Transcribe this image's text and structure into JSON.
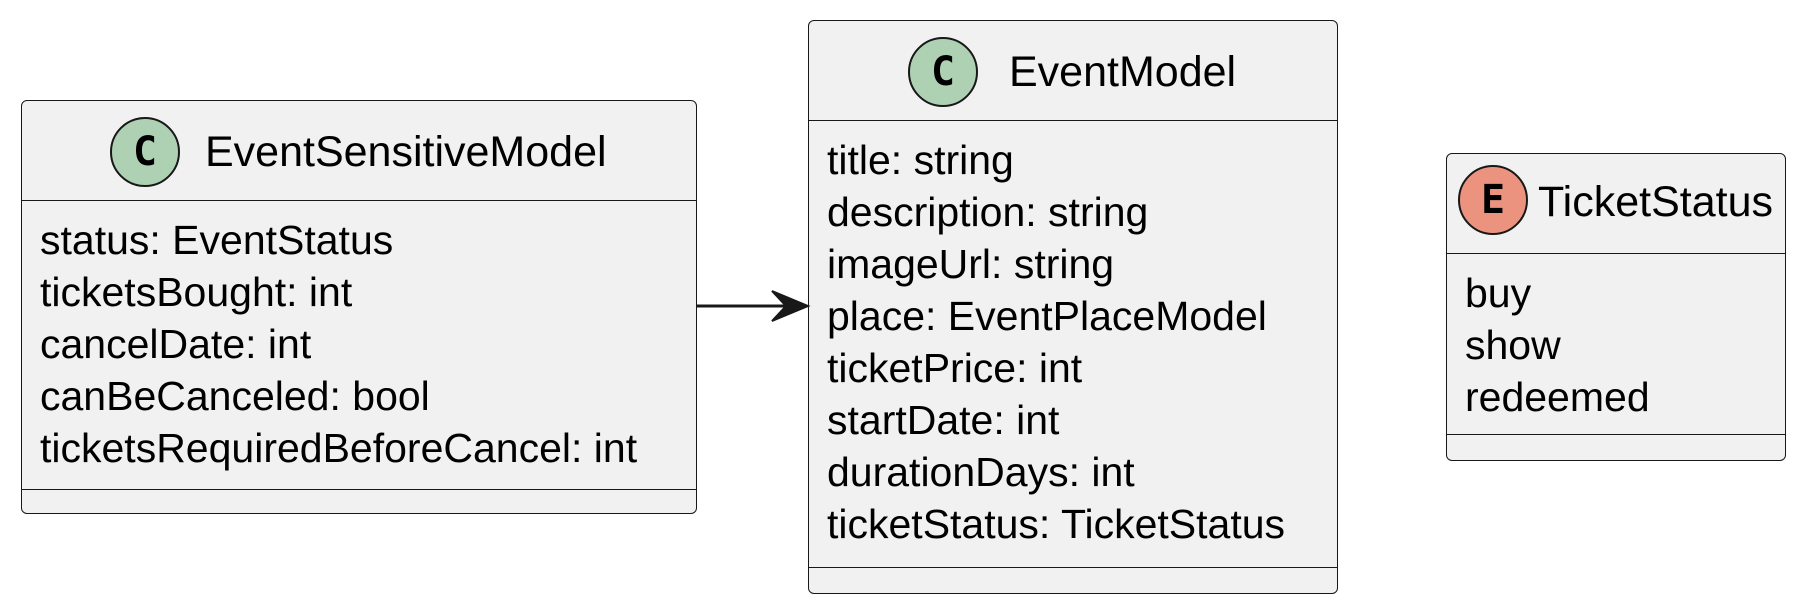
{
  "classes": [
    {
      "name": "EventSensitiveModel",
      "stereotype_letter": "C",
      "stereotype_color": "#add1b2",
      "fields": [
        "status: EventStatus",
        "ticketsBought: int",
        "cancelDate: int",
        "canBeCanceled: bool",
        "ticketsRequiredBeforeCancel: int"
      ]
    },
    {
      "name": "EventModel",
      "stereotype_letter": "C",
      "stereotype_color": "#add1b2",
      "fields": [
        "title: string",
        "description: string",
        "imageUrl: string",
        "place: EventPlaceModel",
        "ticketPrice: int",
        "startDate: int",
        "durationDays: int",
        "ticketStatus: TicketStatus"
      ]
    },
    {
      "name": "TicketStatus",
      "stereotype_letter": "E",
      "stereotype_color": "#eb937f",
      "fields": [
        "buy",
        "show",
        "redeemed"
      ]
    }
  ],
  "relations": [
    {
      "from": "EventSensitiveModel",
      "to": "EventModel",
      "type": "directed-association"
    }
  ]
}
